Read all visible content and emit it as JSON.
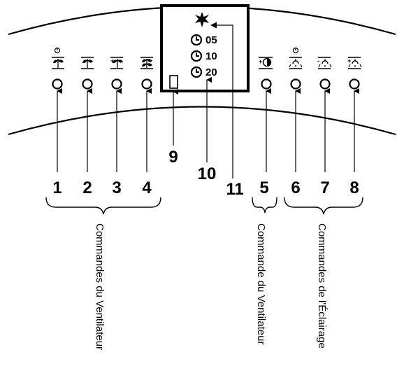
{
  "panel": {
    "timer_values": [
      "05",
      "10",
      "20"
    ],
    "star_icon": "star-icon",
    "clock_icon": "clock-icon"
  },
  "callouts": {
    "buttons": [
      "1",
      "2",
      "3",
      "4",
      "5",
      "6",
      "7",
      "8"
    ],
    "indicator": "9",
    "timer": "10",
    "star": "11"
  },
  "groups": {
    "fan_controls": "Commandes du Ventilateur",
    "fan_control": "Commande du Ventilateur",
    "light_controls": "Commandes de l'Éclairage"
  }
}
